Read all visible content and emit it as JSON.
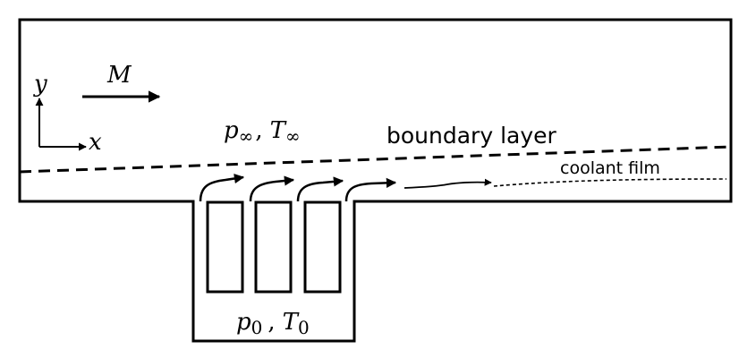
{
  "axes": {
    "y_label": "y",
    "x_label": "x"
  },
  "flow": {
    "mach_label": "M"
  },
  "freestream": {
    "p_symbol": "p",
    "p_sub": "∞",
    "sep": ",",
    "t_symbol": "T",
    "t_sub": "∞"
  },
  "plenum": {
    "p_symbol": "p",
    "p_sub": "0",
    "sep": ",",
    "t_symbol": "T",
    "t_sub": "0"
  },
  "labels": {
    "boundary_layer": "boundary layer",
    "coolant_film": "coolant film"
  },
  "colors": {
    "stroke": "#000000",
    "background": "#ffffff"
  }
}
